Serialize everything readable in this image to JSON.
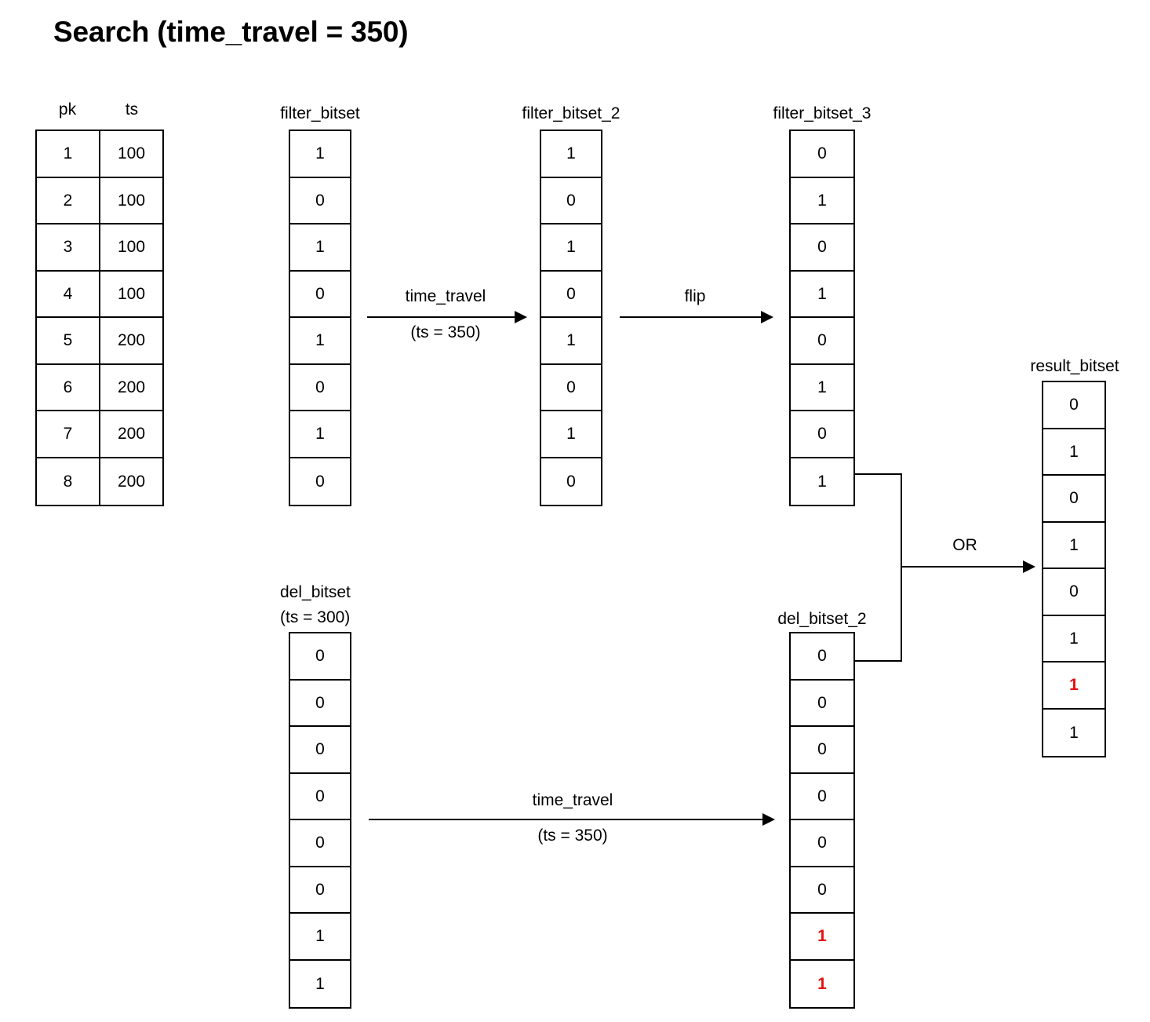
{
  "title": "Search (time_travel = 350)",
  "source_table": {
    "name": "pk-ts-table",
    "headers": [
      "pk",
      "ts"
    ],
    "rows": [
      {
        "pk": "1",
        "ts": "100"
      },
      {
        "pk": "2",
        "ts": "100"
      },
      {
        "pk": "3",
        "ts": "100"
      },
      {
        "pk": "4",
        "ts": "100"
      },
      {
        "pk": "5",
        "ts": "200"
      },
      {
        "pk": "6",
        "ts": "200"
      },
      {
        "pk": "7",
        "ts": "200"
      },
      {
        "pk": "8",
        "ts": "200"
      }
    ]
  },
  "bitsets": {
    "filter_bitset": {
      "label": "filter_bitset",
      "values": [
        "1",
        "0",
        "1",
        "0",
        "1",
        "0",
        "1",
        "0"
      ],
      "highlight": [
        false,
        false,
        false,
        false,
        false,
        false,
        false,
        false
      ]
    },
    "filter_bitset_2": {
      "label": "filter_bitset_2",
      "values": [
        "1",
        "0",
        "1",
        "0",
        "1",
        "0",
        "1",
        "0"
      ],
      "highlight": [
        false,
        false,
        false,
        false,
        false,
        false,
        false,
        false
      ]
    },
    "filter_bitset_3": {
      "label": "filter_bitset_3",
      "values": [
        "0",
        "1",
        "0",
        "1",
        "0",
        "1",
        "0",
        "1"
      ],
      "highlight": [
        false,
        false,
        false,
        false,
        false,
        false,
        false,
        false
      ]
    },
    "del_bitset": {
      "label": "del_bitset",
      "sublabel": "(ts = 300)",
      "values": [
        "0",
        "0",
        "0",
        "0",
        "0",
        "0",
        "1",
        "1"
      ],
      "highlight": [
        false,
        false,
        false,
        false,
        false,
        false,
        false,
        false
      ]
    },
    "del_bitset_2": {
      "label": "del_bitset_2",
      "values": [
        "0",
        "0",
        "0",
        "0",
        "0",
        "0",
        "1",
        "1"
      ],
      "highlight": [
        false,
        false,
        false,
        false,
        false,
        false,
        true,
        true
      ]
    },
    "result_bitset": {
      "label": "result_bitset",
      "values": [
        "0",
        "1",
        "0",
        "1",
        "0",
        "1",
        "1",
        "1"
      ],
      "highlight": [
        false,
        false,
        false,
        false,
        false,
        false,
        true,
        false
      ]
    }
  },
  "arrows": {
    "filter_time_travel": {
      "line1": "time_travel",
      "line2": "(ts = 350)"
    },
    "flip": {
      "line1": "flip",
      "line2": ""
    },
    "del_time_travel": {
      "line1": "time_travel",
      "line2": "(ts = 350)"
    },
    "or": {
      "line1": "OR",
      "line2": ""
    }
  },
  "colors": {
    "highlight": "#e31010",
    "stroke": "#000000",
    "background": "#ffffff"
  }
}
